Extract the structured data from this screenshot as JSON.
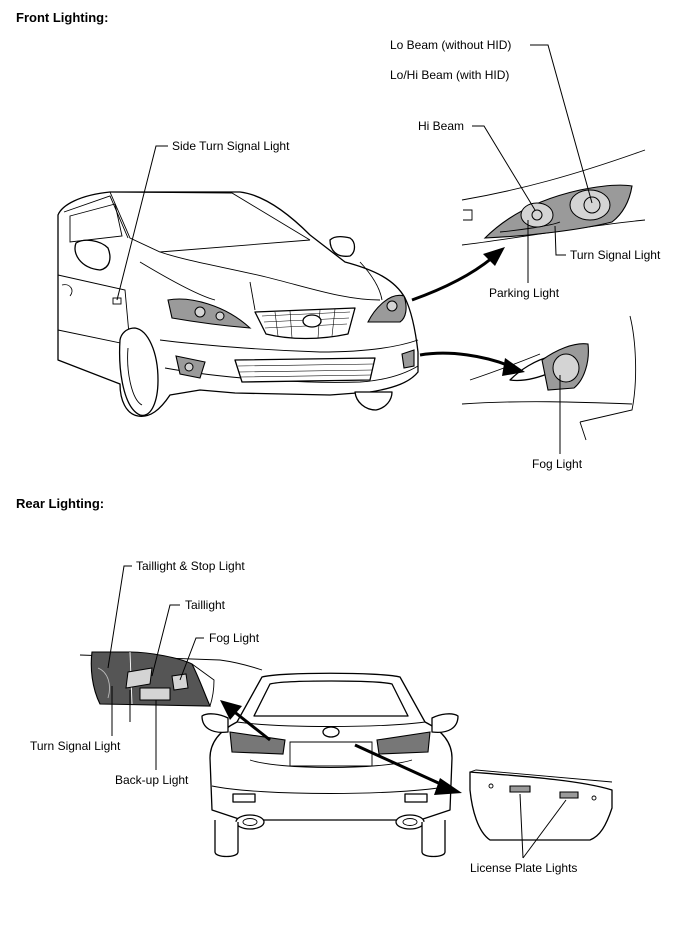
{
  "sections": {
    "front": {
      "title": "Front Lighting:"
    },
    "rear": {
      "title": "Rear Lighting:"
    }
  },
  "labels": {
    "lo_beam": "Lo Beam (without HID)",
    "lohi_beam": "Lo/Hi Beam (with HID)",
    "hi_beam": "Hi Beam",
    "side_turn_signal": "Side Turn Signal Light",
    "turn_signal_front": "Turn Signal Light",
    "parking_light": "Parking Light",
    "fog_light_front": "Fog Light",
    "taillight_stop": "Taillight & Stop Light",
    "taillight": "Taillight",
    "fog_light_rear": "Fog Light",
    "turn_signal_rear": "Turn Signal Light",
    "backup_light": "Back-up Light",
    "license_plate_lights": "License Plate Lights"
  }
}
